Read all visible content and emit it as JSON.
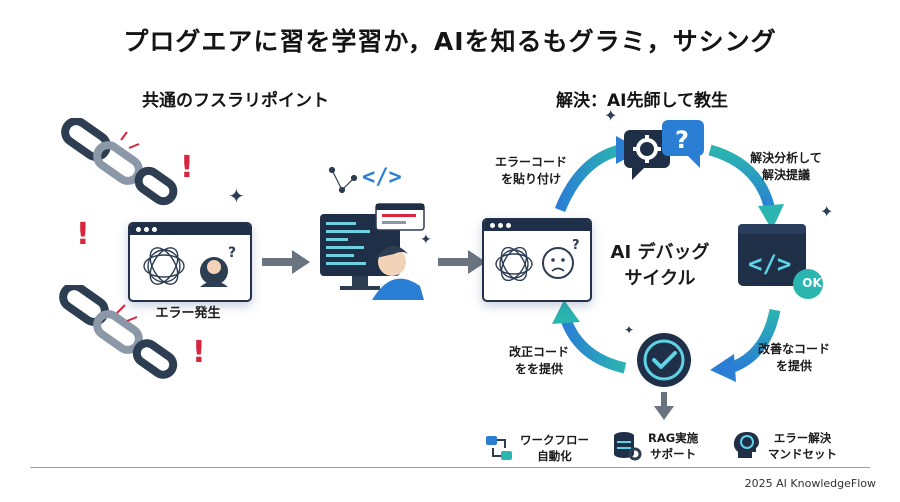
{
  "title": "プログエアに習を学習か，AIを知るもグラミ，サシング",
  "left_heading": "共通のフスラリポイント",
  "right_heading": "解決：AI先師して教生",
  "left_window_label": "エラー発生",
  "cycle": {
    "center_line1": "AI デバッグ",
    "center_line2": "サイクル",
    "step_paste": [
      "エラーコード",
      "を貼り付け"
    ],
    "step_analyze": [
      "解決分析して",
      "解決提議"
    ],
    "step_improve": [
      "改善なコード",
      "を提供"
    ],
    "step_fix": [
      "改正コード",
      "をを提供"
    ],
    "ok_badge": "OK"
  },
  "bottom_items": [
    {
      "lines": [
        "ワークフロー",
        "自動化"
      ],
      "icon": "workflow-icon"
    },
    {
      "lines": [
        "RAG実施",
        "サポート"
      ],
      "icon": "database-gear-icon"
    },
    {
      "lines": [
        "エラー解決",
        "マンドセット"
      ],
      "icon": "brain-head-icon"
    }
  ],
  "footer": "2025 AI KnowledgeFlow",
  "colors": {
    "accent_teal": "#2bb5b0",
    "accent_blue": "#2a7fd4",
    "dark_navy": "#1f2f47",
    "alert_red": "#d7263d"
  }
}
